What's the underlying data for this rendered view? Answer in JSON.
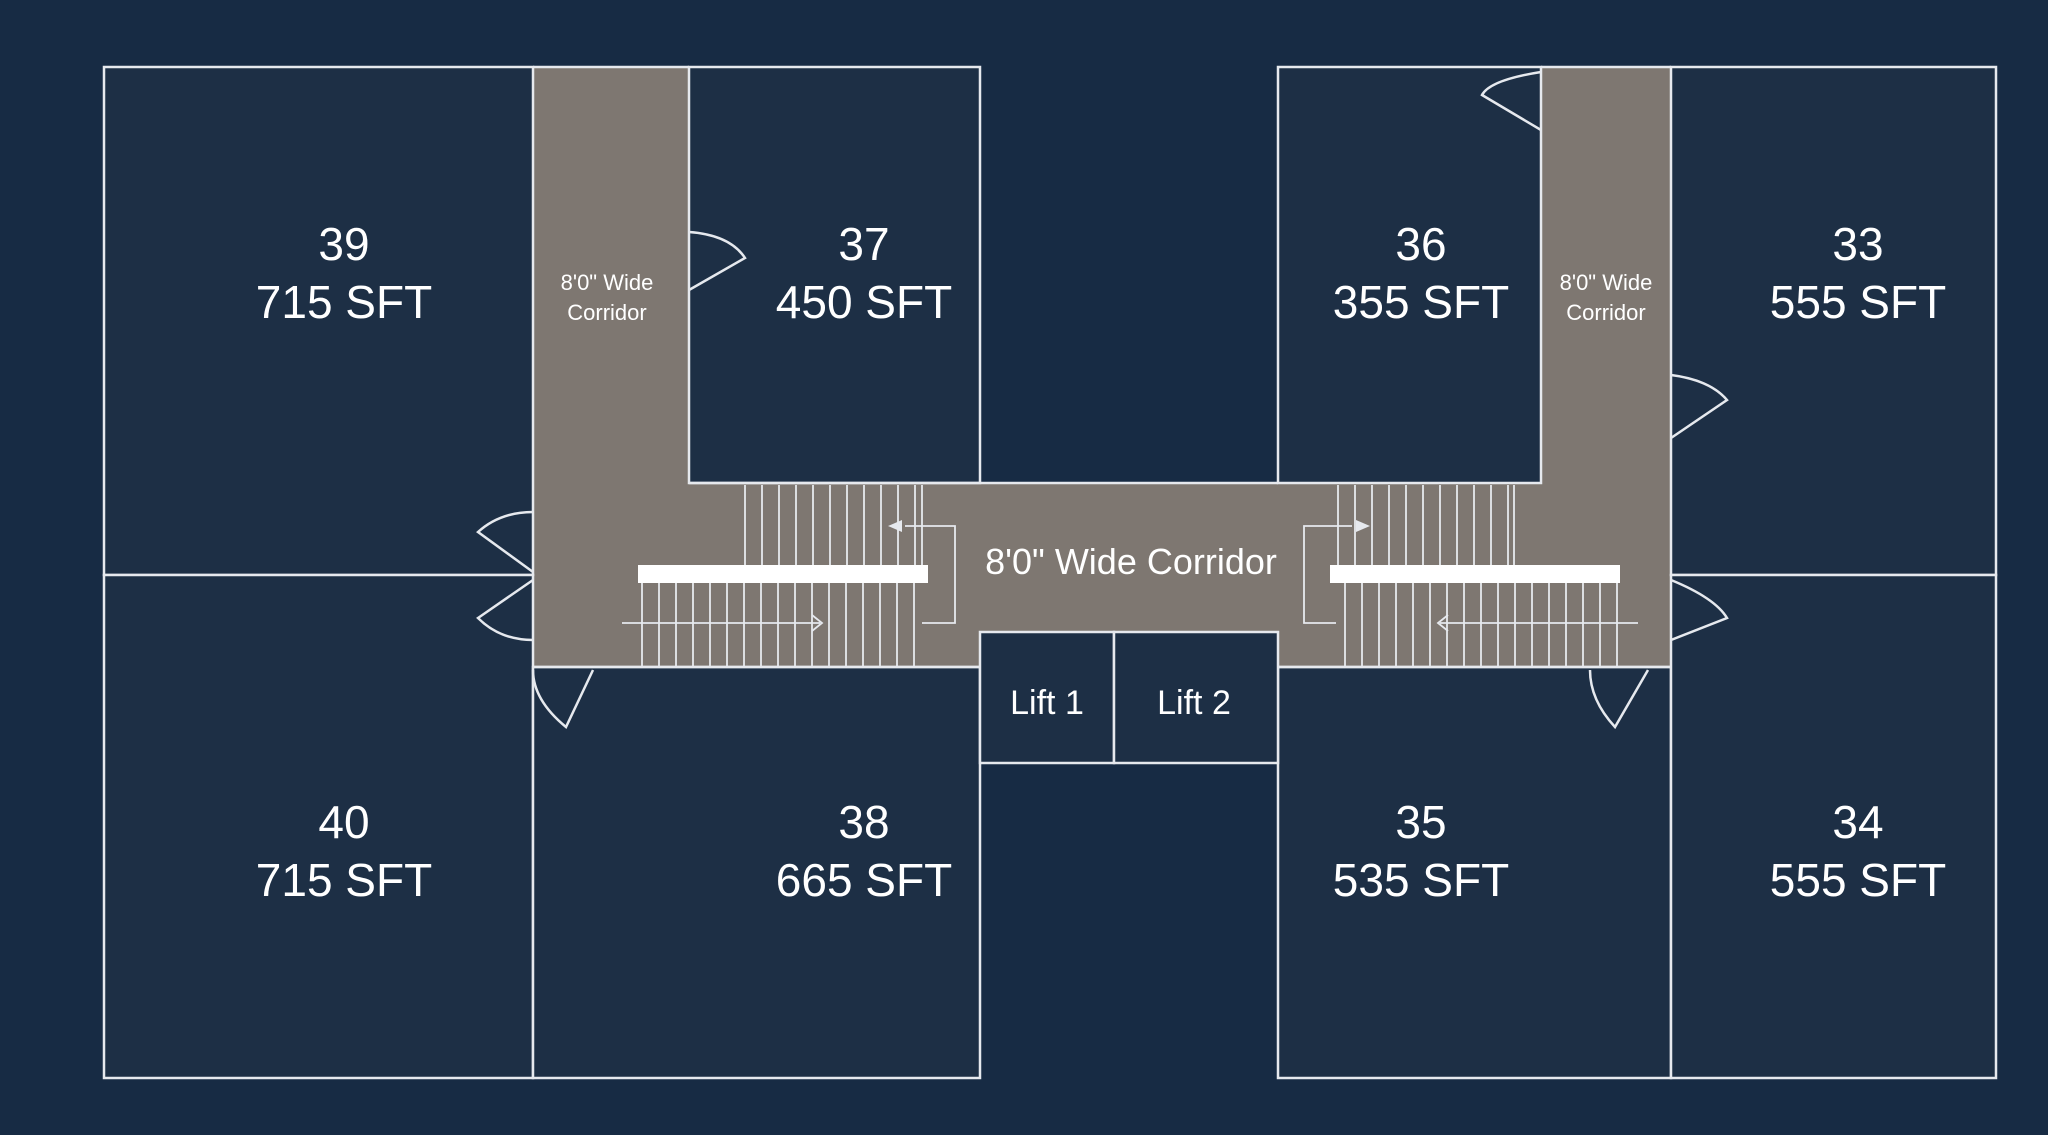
{
  "colors": {
    "background": "#172b44",
    "unit_fill": "#1d2f45",
    "corridor_fill": "#7e7771",
    "line": "#e6e9ee"
  },
  "units": {
    "u39": {
      "number": "39",
      "area": "715 SFT"
    },
    "u37": {
      "number": "37",
      "area": "450 SFT"
    },
    "u36": {
      "number": "36",
      "area": "355 SFT"
    },
    "u33": {
      "number": "33",
      "area": "555 SFT"
    },
    "u40": {
      "number": "40",
      "area": "715 SFT"
    },
    "u38": {
      "number": "38",
      "area": "665 SFT"
    },
    "u35": {
      "number": "35",
      "area": "535 SFT"
    },
    "u34": {
      "number": "34",
      "area": "555 SFT"
    }
  },
  "corridors": {
    "left_line1": "8'0\" Wide",
    "left_line2": "Corridor",
    "right_line1": "8'0\" Wide",
    "right_line2": "Corridor",
    "main": "8'0\" Wide Corridor"
  },
  "lifts": {
    "lift1": "Lift 1",
    "lift2": "Lift 2"
  }
}
